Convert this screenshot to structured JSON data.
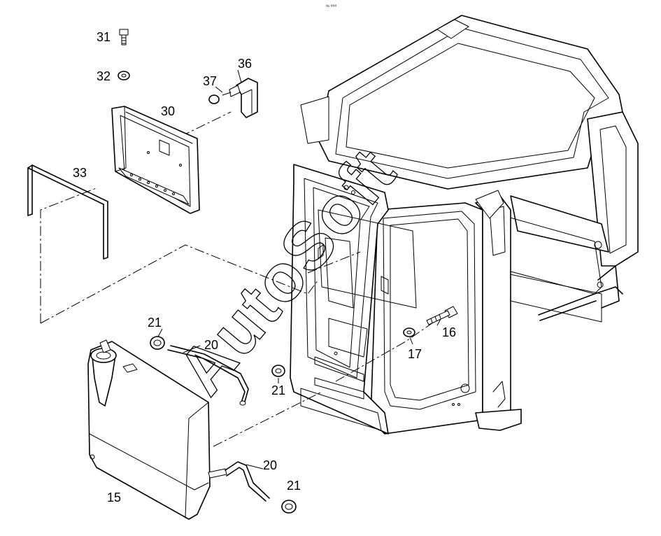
{
  "header": {
    "caption": "№ ###"
  },
  "watermark": {
    "text": "AutoSoft"
  },
  "labels": {
    "p31": "31",
    "p32": "32",
    "p36": "36",
    "p37": "37",
    "p30": "30",
    "p33": "33",
    "p21a": "21",
    "p20a": "20",
    "p21b": "21",
    "p16": "16",
    "p17": "17",
    "p20b": "20",
    "p21c": "21",
    "p15": "15"
  }
}
